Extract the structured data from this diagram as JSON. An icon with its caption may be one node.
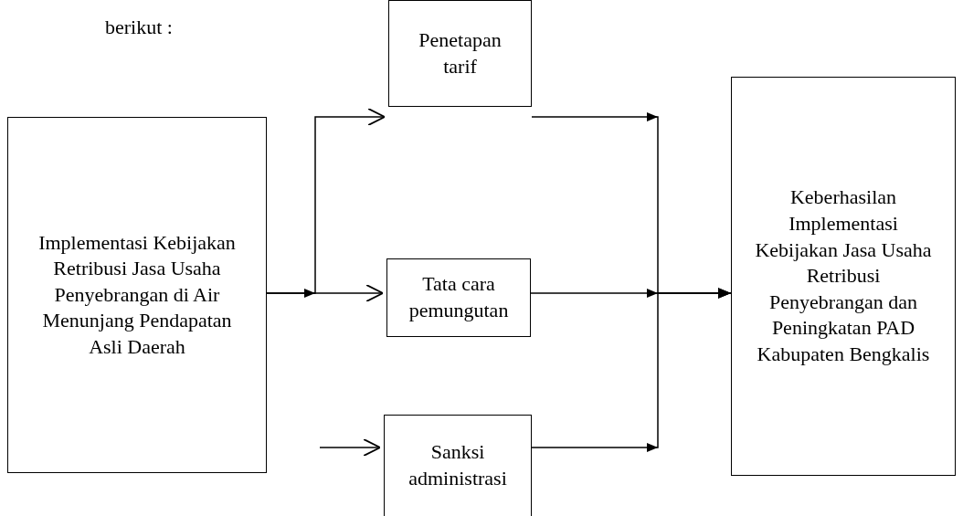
{
  "diagram": {
    "nodes": [
      {
        "text": [
          "Implementasi Kebijakan Retribusi Jasa Usaha Penyebrangan di Air Menunjang Pendapatan Asli Daerah"
        ]
      },
      {
        "text": [
          "Penetapan tarif"
        ]
      },
      {
        "text": [
          "Tata cara pemungutan"
        ]
      },
      {
        "text": [
          "Sanksi administrasi"
        ]
      },
      {
        "text": [
          "Keberhasilan Implementasi Kebijakan Jasa Usaha Retribusi Penyebrangan dan Peningkatan PAD Kabupaten Bengkalis"
        ]
      }
    ],
    "edges": [
      {
        "from": 0,
        "to": 1,
        "arrow": "to"
      },
      {
        "from": 0,
        "to": 2,
        "arrow": "to"
      },
      {
        "from": null,
        "to": 3,
        "arrow": "to"
      },
      {
        "from": 1,
        "to": 4,
        "arrow": "to"
      },
      {
        "from": 2,
        "to": 4,
        "arrow": "to"
      },
      {
        "from": 3,
        "to": 4,
        "arrow": "to"
      }
    ],
    "labels": [
      "berikut :"
    ]
  }
}
